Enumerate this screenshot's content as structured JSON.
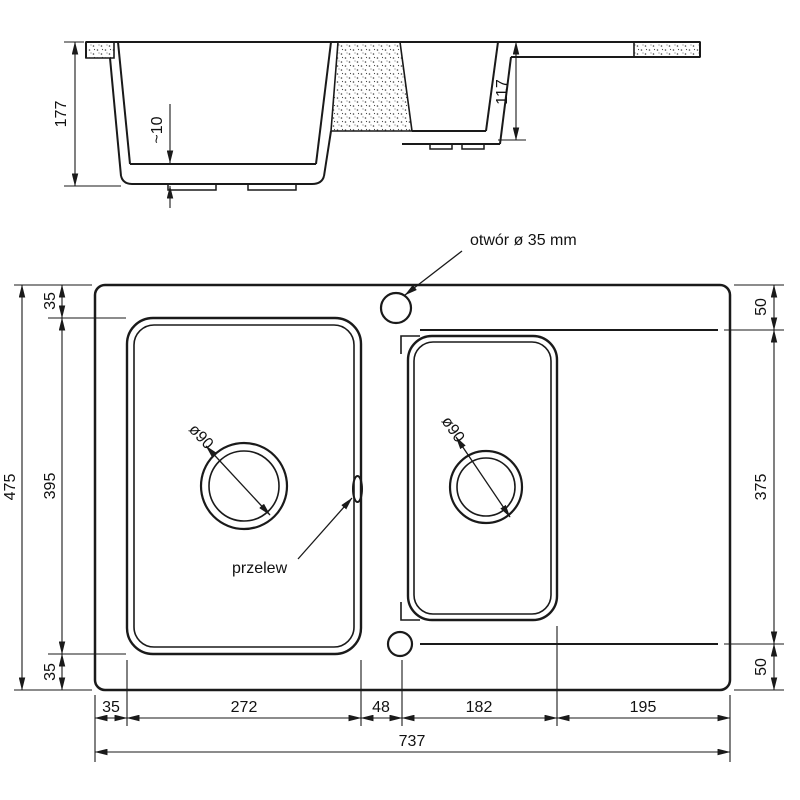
{
  "drawing_type": "technical-drawing",
  "product": "kitchen-sink-two-bowls-with-drainer",
  "cross_section": {
    "dim_total_depth": "177",
    "dim_bottom_slope": "~10",
    "dim_small_bowl_depth": "117"
  },
  "plan_view": {
    "label_tap_hole": "otwór ø 35 mm",
    "label_overflow": "przelew",
    "label_main_drain": "ø90",
    "label_small_drain": "ø90",
    "dim_overall_height": "475",
    "dim_top_margin": "35",
    "dim_main_bowl_length": "395",
    "dim_bottom_margin": "35",
    "dim_right_top_margin": "50",
    "dim_right_length": "375",
    "dim_right_bottom_margin": "50",
    "dim_left_margin": "35",
    "dim_main_bowl_width": "272",
    "dim_center_gap": "48",
    "dim_small_bowl_width": "182",
    "dim_drainer_width": "195",
    "dim_overall_width": "737"
  },
  "colors": {
    "line": "#1a1a1a",
    "background": "#ffffff"
  }
}
